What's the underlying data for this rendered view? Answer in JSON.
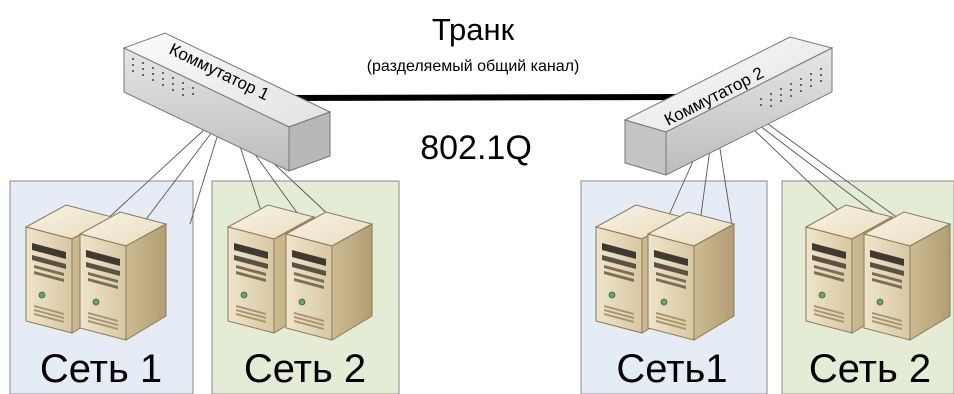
{
  "trunk": {
    "title": "Транк",
    "subtitle": "(разделяемый общий канал)",
    "protocol": "802.1Q"
  },
  "switches": [
    {
      "label": "Коммутатор 1"
    },
    {
      "label": "Коммутатор 2"
    }
  ],
  "networks": [
    {
      "label": "Сеть 1",
      "color": "#e6ecf5"
    },
    {
      "label": "Сеть 2",
      "color": "#e4ecd6"
    },
    {
      "label": "Сеть1",
      "color": "#e6ecf5"
    },
    {
      "label": "Сеть 2",
      "color": "#e4ecd6"
    }
  ],
  "colors": {
    "trunk_line": "#000000",
    "switch_top": "#f2f2f2",
    "switch_front": "#d6d6d6",
    "switch_side": "#bdbdbd",
    "server_light": "#f4ecdc",
    "server_mid": "#e6d9bd",
    "server_dark": "#c9b894",
    "port_led": "#4a7a4a"
  },
  "icons": [
    "switch-icon",
    "server-icon"
  ]
}
